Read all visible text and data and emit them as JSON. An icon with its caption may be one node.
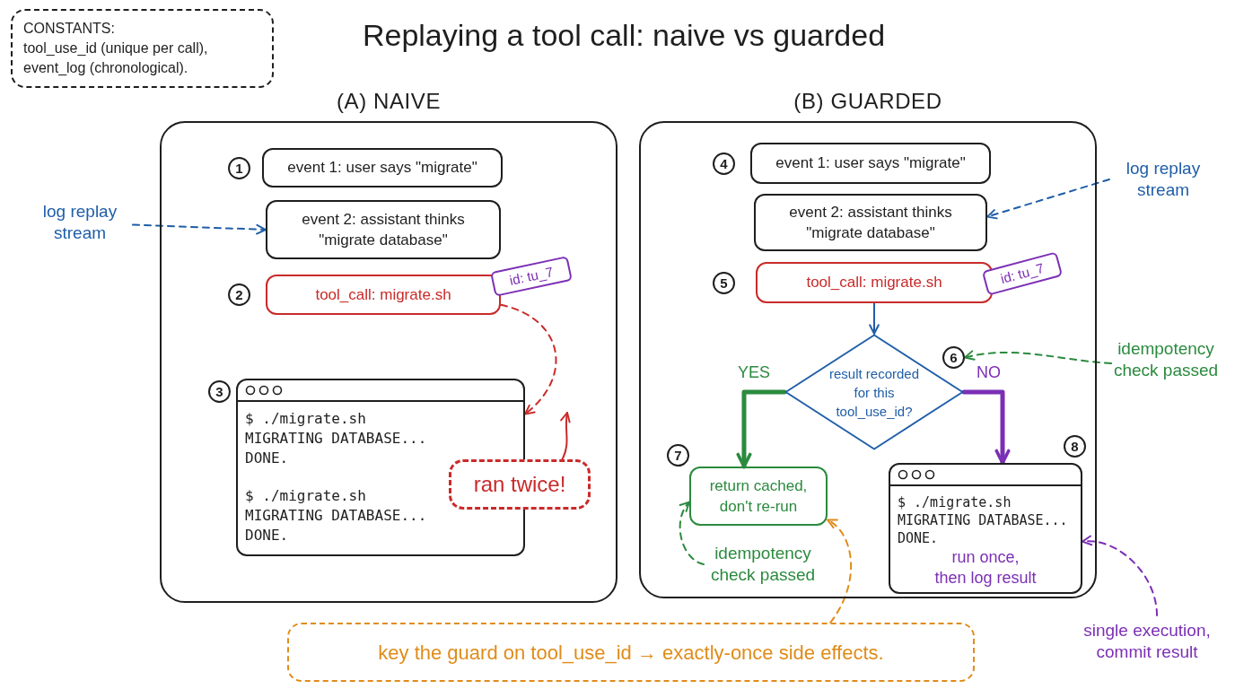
{
  "diagram": {
    "title": "Replaying a tool call: naive vs guarded",
    "nodes": [
      {
        "text": [
          "CONSTANTS:",
          "tool_use_id (unique per call), event_log (chronological)."
        ]
      },
      {
        "text": [
          "(A) NAIVE"
        ]
      },
      {
        "text": [
          "1"
        ],
        "in": 1
      },
      {
        "text": [
          "event 1: user says \"migrate\""
        ],
        "in": 1
      },
      {
        "text": [
          "log replay stream"
        ]
      },
      {
        "text": [
          "event 2: assistant thinks \"migrate database\""
        ],
        "in": 1
      },
      {
        "text": [
          "2"
        ],
        "in": 1
      },
      {
        "text": [
          "tool_call: migrate.sh"
        ],
        "in": 1
      },
      {
        "text": [
          "id: tu_7"
        ],
        "in": 1
      },
      {
        "text": [
          "3"
        ],
        "in": 1
      },
      {
        "text": [
          "$ ./migrate.sh",
          "MIGRATING DATABASE...",
          "DONE.",
          "$ ./migrate.sh",
          "MIGRATING DATABASE...",
          "DONE."
        ],
        "in": 1
      },
      {
        "text": [
          "ran twice!"
        ],
        "in": 1
      },
      {
        "text": [
          "(B) GUARDED"
        ]
      },
      {
        "text": [
          "4"
        ],
        "in": 12
      },
      {
        "text": [
          "event 1: user says \"migrate\""
        ],
        "in": 12
      },
      {
        "text": [
          "log replay stream"
        ]
      },
      {
        "text": [
          "event 2: assistant thinks \"migrate database\""
        ],
        "in": 12
      },
      {
        "text": [
          "5"
        ],
        "in": 12
      },
      {
        "text": [
          "tool_call: migrate.sh"
        ],
        "in": 12
      },
      {
        "text": [
          "id: tu_7"
        ],
        "in": 12
      },
      {
        "text": [
          "result recorded for this tool_use_id?"
        ],
        "in": 12
      },
      {
        "text": [
          "6"
        ],
        "in": 12
      },
      {
        "text": [
          "idempotency check passed"
        ]
      },
      {
        "text": [
          "7"
        ],
        "in": 12
      },
      {
        "text": [
          "return cached, don't re-run"
        ],
        "in": 12
      },
      {
        "text": [
          "8"
        ],
        "in": 12
      },
      {
        "text": [
          "$ ./migrate.sh",
          "MIGRATING DATABASE...",
          "DONE.",
          "run once, then log result"
        ],
        "in": 12
      },
      {
        "text": [
          "idempotency check passed"
        ],
        "in": 12
      },
      {
        "text": [
          "key the guard on tool_use_id → exactly-once side effects."
        ]
      },
      {
        "text": [
          "single execution, commit result"
        ]
      }
    ],
    "edges": [
      {
        "from": 4,
        "to": 5,
        "arrow": "to",
        "style": "dashed",
        "color": "#1f5ea8"
      },
      {
        "from": 7,
        "to": 10,
        "arrow": "to",
        "style": "dashed",
        "color": "#c92a2a"
      },
      {
        "from": 11,
        "to": null,
        "arrow": "to",
        "color": "#c92a2a"
      },
      {
        "from": 15,
        "to": 16,
        "arrow": "to",
        "style": "dashed",
        "color": "#1f5ea8"
      },
      {
        "from": 18,
        "to": 20,
        "arrow": "to",
        "color": "#1f5ea8"
      },
      {
        "from": 20,
        "to": 24,
        "arrow": "to",
        "label": "YES",
        "style": "thick",
        "color": "#2b8a3e"
      },
      {
        "from": 20,
        "to": 26,
        "arrow": "to",
        "label": "NO",
        "style": "thick",
        "color": "#7b2fb5"
      },
      {
        "from": 22,
        "to": 21,
        "arrow": "to",
        "style": "dashed",
        "color": "#2b8a3e"
      },
      {
        "from": 27,
        "to": 24,
        "arrow": "to",
        "style": "dashed",
        "color": "#2b8a3e"
      },
      {
        "from": 28,
        "to": 24,
        "arrow": "to",
        "style": "dashed",
        "color": "#e08c1a"
      },
      {
        "from": 29,
        "to": 26,
        "arrow": "to",
        "style": "dashed",
        "color": "#7b2fb5"
      }
    ]
  }
}
